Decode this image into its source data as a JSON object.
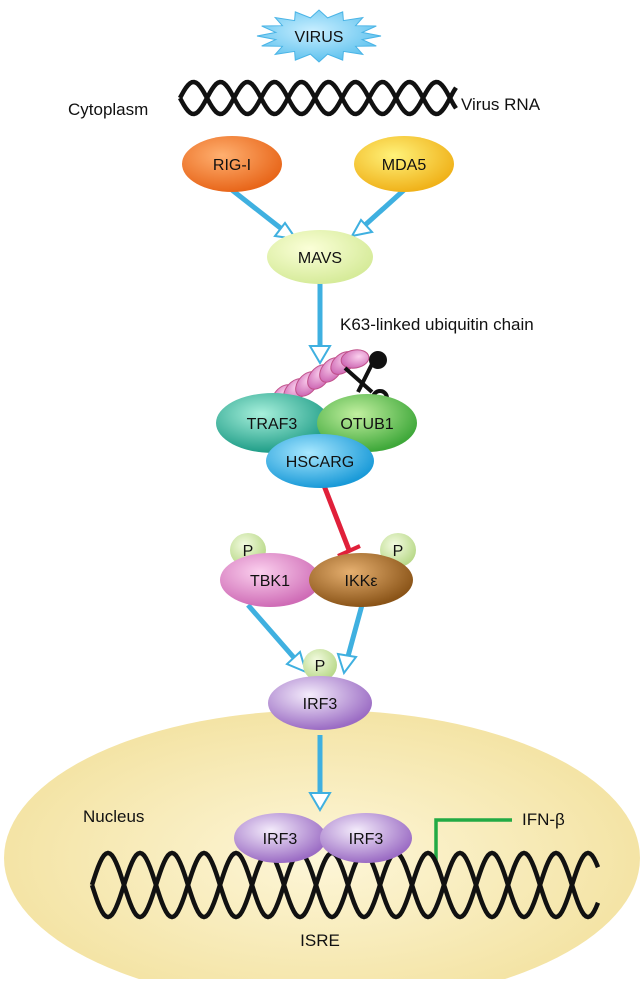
{
  "virus": {
    "label": "VIRUS"
  },
  "labels": {
    "cytoplasm": "Cytoplasm",
    "virus_rna": "Virus RNA",
    "k63": "K63-linked ubiquitin  chain",
    "nucleus": "Nucleus",
    "ifnb": "IFN-β",
    "isre": "ISRE"
  },
  "nodes": {
    "rigi": "RIG-I",
    "mda5": "MDA5",
    "mavs": "MAVS",
    "traf3": "TRAF3",
    "otub1": "OTUB1",
    "hscarg": "HSCARG",
    "tbk1": "TBK1",
    "ikke": "IKKε",
    "irf3": "IRF3",
    "irf3_a": "IRF3",
    "irf3_b": "IRF3",
    "p1": "P",
    "p2": "P",
    "p3": "P"
  },
  "colors": {
    "arrow": "#3fb0e0",
    "inhibit": "#e0203a",
    "promoter": "#22aa44",
    "nucleus_fill": "#f6e9b0",
    "ubiquitin": "#f4a0c8"
  }
}
